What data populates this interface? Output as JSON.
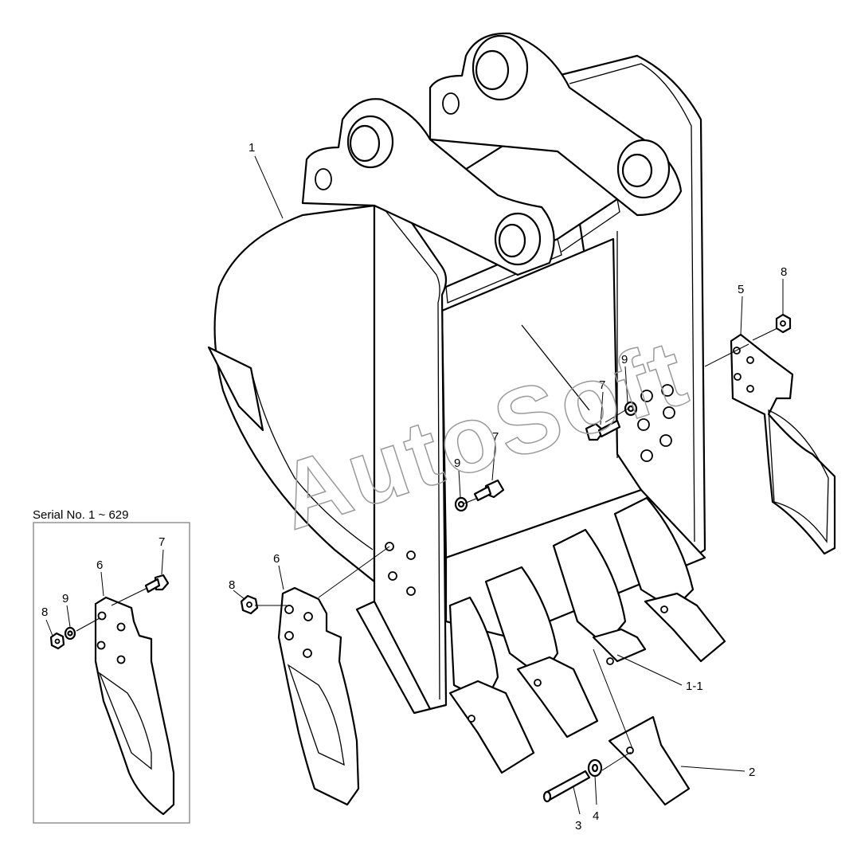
{
  "diagram": {
    "watermark": "AutoSoft",
    "inset_caption": "Serial No. 1 ~ 629",
    "callouts": {
      "c1": "1",
      "c1_1": "1-1",
      "c2": "2",
      "c3": "3",
      "c4": "4",
      "c5": "5",
      "c6": "6",
      "c7a": "7",
      "c7b": "7",
      "c8": "8",
      "c8b": "8",
      "c9a": "9",
      "c9b": "9",
      "inset_c6": "6",
      "inset_c7": "7",
      "inset_c8": "8",
      "inset_c9": "9"
    }
  }
}
